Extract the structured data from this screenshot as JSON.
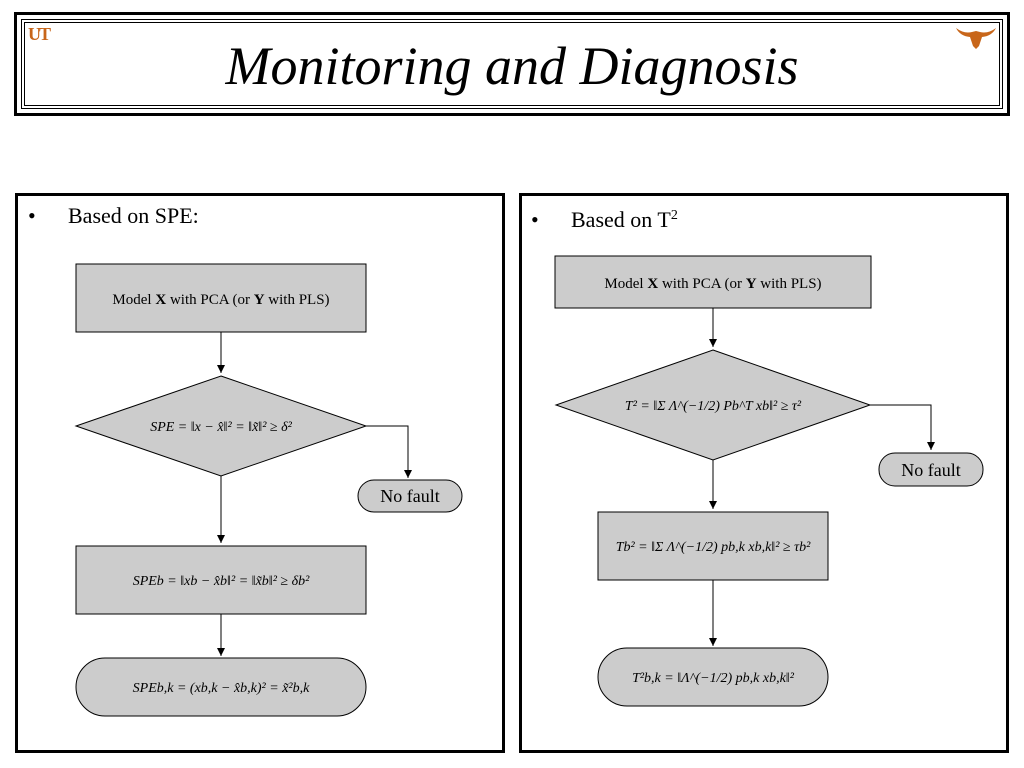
{
  "title": "Monitoring and Diagnosis",
  "logos": {
    "left": "UT",
    "right_icon": "longhorn-icon"
  },
  "colors": {
    "box_fill": "#cccccc",
    "stroke": "#000000",
    "logo_orange": "#c8661a"
  },
  "left_panel": {
    "bullet": "Based on SPE:",
    "model_box": {
      "pre": "Model ",
      "x": "X",
      "mid": " with PCA (or ",
      "y": "Y",
      "post": " with PLS)"
    },
    "diamond": "SPE = ‖x − x̂‖² = ‖x̃‖² ≥ δ²",
    "no_fault": "No fault",
    "spe_b": "SPEb = ‖xb − x̂b‖² = ‖x̃b‖² ≥ δb²",
    "spe_bk": "SPEb,k = (xb,k − x̂b,k)² = x̃²b,k"
  },
  "right_panel": {
    "bullet": "Based on T",
    "bullet_sup": "2",
    "model_box": {
      "pre": "Model ",
      "x": "X",
      "mid": " with PCA (or ",
      "y": "Y",
      "post": " with PLS)"
    },
    "diamond": "T² = ‖Σ Λ^(−1/2) Pb^T xb‖² ≥ τ²",
    "no_fault": "No fault",
    "t2_b": "Tb² = ‖Σ Λ^(−1/2) pb,k xb,k‖² ≥ τb²",
    "t2_bk": "T²b,k = ‖Λ^(−1/2) pb,k xb,k‖²"
  }
}
